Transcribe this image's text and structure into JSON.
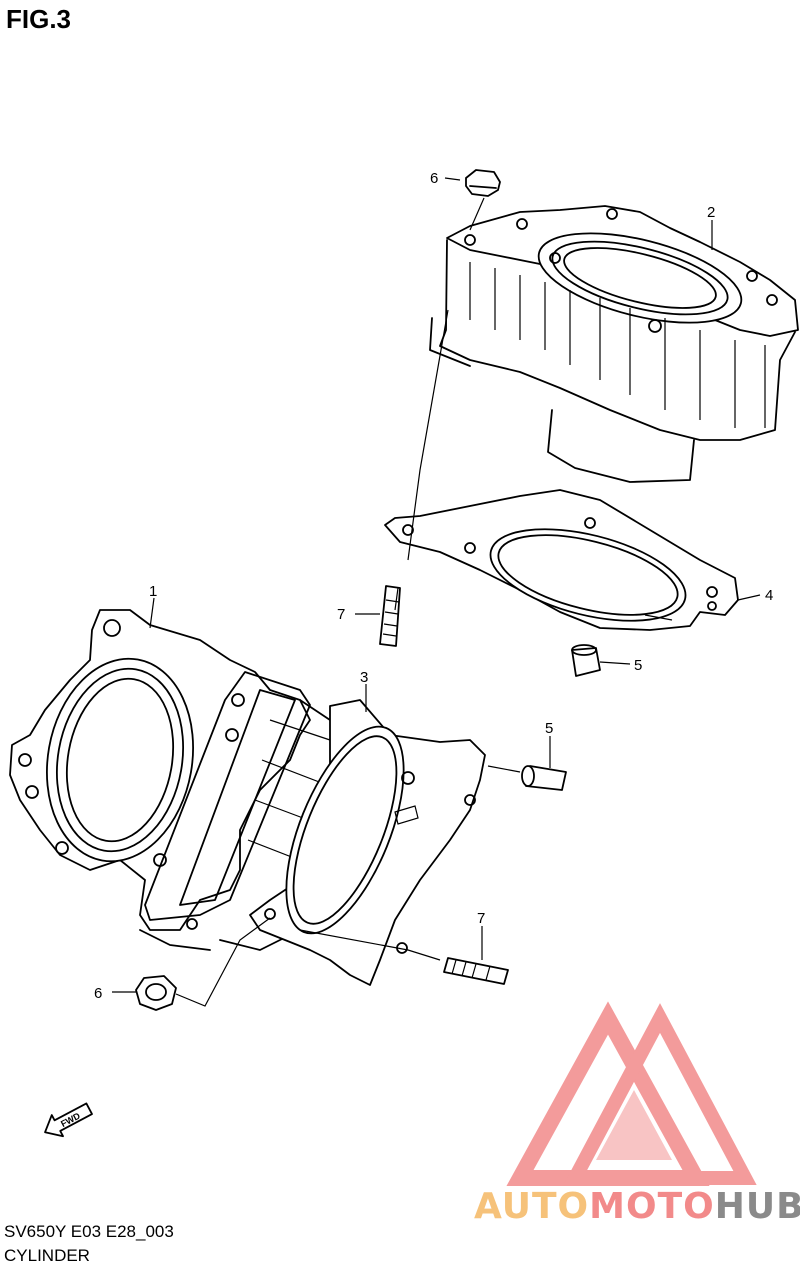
{
  "figure": {
    "title": "FIG.3"
  },
  "callouts": [
    {
      "id": "c6a",
      "label": "6"
    },
    {
      "id": "c2",
      "label": "2"
    },
    {
      "id": "c4",
      "label": "4"
    },
    {
      "id": "c7a",
      "label": "7"
    },
    {
      "id": "c5a",
      "label": "5"
    },
    {
      "id": "c1",
      "label": "1"
    },
    {
      "id": "c3",
      "label": "3"
    },
    {
      "id": "c5b",
      "label": "5"
    },
    {
      "id": "c7b",
      "label": "7"
    },
    {
      "id": "c6b",
      "label": "6"
    }
  ],
  "fwd_arrow": {
    "label": "FWD"
  },
  "footer": {
    "model_code": "SV650Y E03 E28_003",
    "section_name": "CYLINDER"
  },
  "watermark": {
    "part1": "AUTO",
    "part2": "MOTO",
    "part3": "HUB",
    "colors": {
      "triangle": "#f28a8a",
      "auto": "#f6c27a",
      "moto": "#f28a8a",
      "hub": "#8a8a8a"
    }
  }
}
